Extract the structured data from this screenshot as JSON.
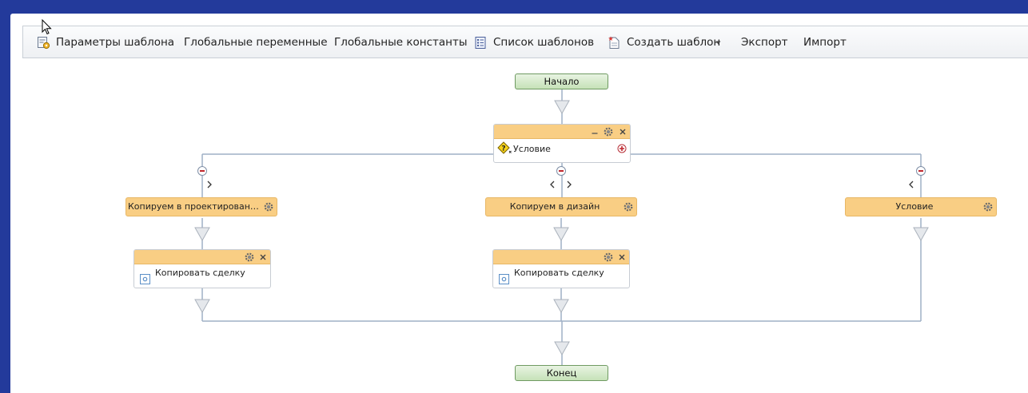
{
  "toolbar": {
    "template_params": "Параметры шаблона",
    "global_variables": "Глобальные переменные",
    "global_constants": "Глобальные константы",
    "template_list": "Список шаблонов",
    "create_template": "Создать шаблон",
    "export": "Экспорт",
    "import": "Импорт"
  },
  "flow": {
    "start": "Начало",
    "end": "Конец",
    "condition": {
      "label": "Условие"
    },
    "branches": [
      {
        "label": "Копируем в проектирование е...",
        "action": "Копировать сделку"
      },
      {
        "label": "Копируем в дизайн",
        "action": "Копировать сделку"
      },
      {
        "label": "Условие"
      }
    ]
  },
  "colors": {
    "background": "#233a9b",
    "node_header": "#f9ce84",
    "terminal_fill": "#c6e2b8",
    "connector": "#9fb0c6"
  }
}
